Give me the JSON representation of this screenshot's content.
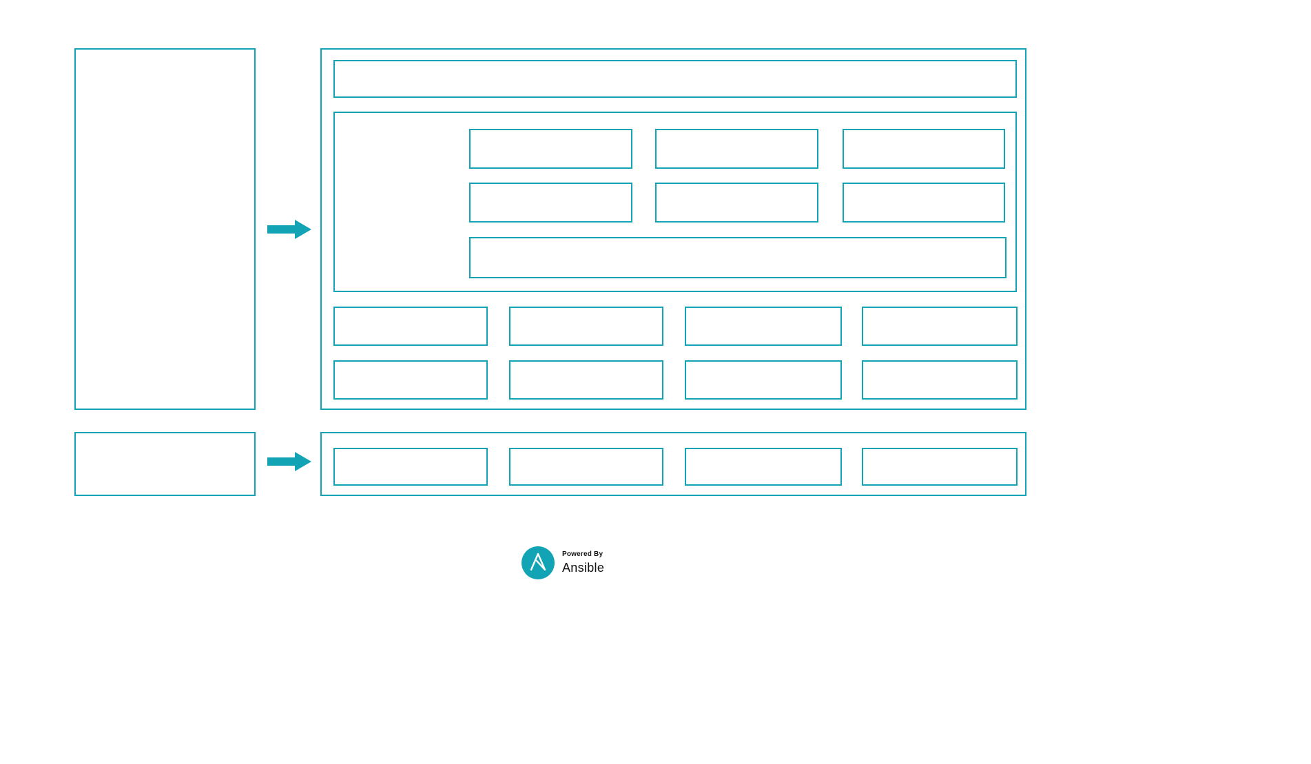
{
  "colors": {
    "accent": "#12a4b4",
    "background": "#ffffff",
    "text": "#111111"
  },
  "diagram": {
    "type": "flow-diagram",
    "description_visible_text": "",
    "left_column_boxes": 2,
    "right_containers": 2,
    "arrows": 2
  },
  "footer": {
    "powered_by": "Powered By",
    "brand": "Ansible"
  }
}
